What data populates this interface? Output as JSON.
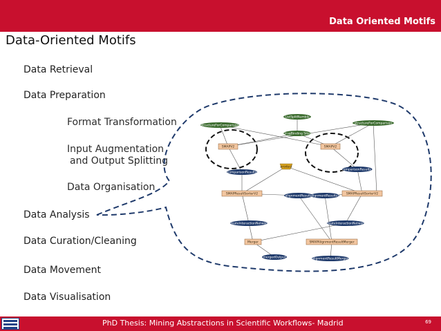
{
  "header": {
    "title": "Data Oriented Motifs"
  },
  "slide": {
    "title": "Data-Oriented Motifs"
  },
  "items": {
    "retrieval": "Data Retrieval",
    "preparation": "Data Preparation",
    "format": "Format Transformation",
    "input_aug_1": "Input Augmentation",
    "input_aug_2": "and Output Splitting",
    "organisation": "Data Organisation",
    "analysis": "Data Analysis",
    "curation": "Data Curation/Cleaning",
    "movement": "Data Movement",
    "visualisation": "Data Visualisation"
  },
  "footer": {
    "text": "PhD Thesis: Mining Abstractions in Scientific Workflows- Madrid",
    "page": "69"
  },
  "workflow": {
    "nodes": {
      "structureA": "structureForComparison",
      "listSplitA": "ListSplitNumble",
      "listSplitB": "DrugBinding Sites",
      "structureB": "structureForComparison",
      "smapA": "SMAPV2",
      "smapB": "SMAPV2",
      "const": "product",
      "compA": "comparisonResults",
      "compB": "comparisonResults1",
      "sorterA": "SMAPResultSorterV2",
      "alignA": "alignmentResults",
      "alignB": "alignmentResults1",
      "sorterB": "SMAPResultSorterV2",
      "netA": "createInteractionNetwork",
      "netB": "createInteractionNetwork",
      "merger": "Merger",
      "smapMerger": "SMAPAlignmentResultMerger",
      "mergedOut": "mergedOutput",
      "alignMerged": "alignmentResultMerged"
    }
  },
  "colors": {
    "brand": "#c8102e",
    "node_dark": "#1f3a6b",
    "node_green": "#3b6b2e",
    "node_orange": "#f2c6a0",
    "node_gold": "#d4a020"
  }
}
